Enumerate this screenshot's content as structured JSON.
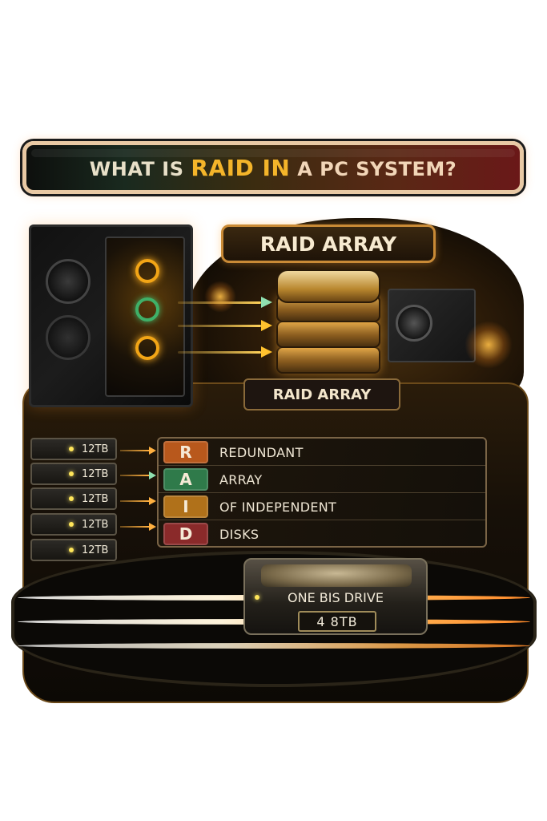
{
  "title": {
    "prefix": "WHAT IS ",
    "highlight": "RAID IN",
    "suffix": " A PC SYSTEM?"
  },
  "labels": {
    "raid_array_top": "RAID ARRAY",
    "raid_array_mid": "RAID ARRAY"
  },
  "disks": [
    {
      "label": "12TB"
    },
    {
      "label": "12TB"
    },
    {
      "label": "12TB"
    },
    {
      "label": "12TB"
    },
    {
      "label": "12TB"
    }
  ],
  "acronym": [
    {
      "letter": "R",
      "word": "REDUNDANT",
      "color": "#b8581c"
    },
    {
      "letter": "A",
      "word": "ARRAY",
      "color": "#2f7a4a"
    },
    {
      "letter": "I",
      "word": "OF INDEPENDENT",
      "color": "#b0711a"
    },
    {
      "letter": "D",
      "word": "DISKS",
      "color": "#8a2a2a"
    }
  ],
  "big_drive": {
    "label": "ONE BIS DRIVE",
    "capacity": "4 8TB"
  },
  "icons": [
    "pc-tower-icon",
    "raid-stack-icon",
    "motherboard-icon",
    "hard-drive-icon"
  ],
  "colors": {
    "accent_gold": "#f4b52a",
    "banner_border": "#e9c9a4",
    "background": "#ffffff"
  }
}
